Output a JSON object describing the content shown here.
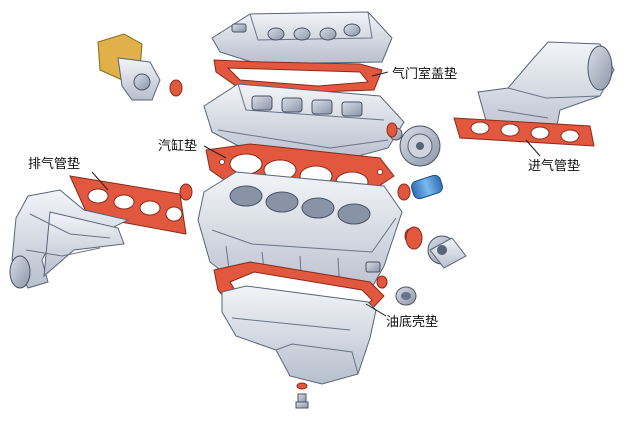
{
  "labels": {
    "valve_cover_gasket": "气门室盖垫",
    "cylinder_head_gasket": "汽缸垫",
    "exhaust_manifold_gasket": "排气管垫",
    "intake_manifold_gasket": "进气管垫",
    "oil_pan_gasket": "油底壳垫"
  },
  "colors": {
    "gasket": "#e1583e",
    "metal_light": "#e4e8f0",
    "metal_dark": "#aab3c4",
    "sensor_gold": "#e0b04a",
    "hose_blue": "#4a8fd0"
  }
}
